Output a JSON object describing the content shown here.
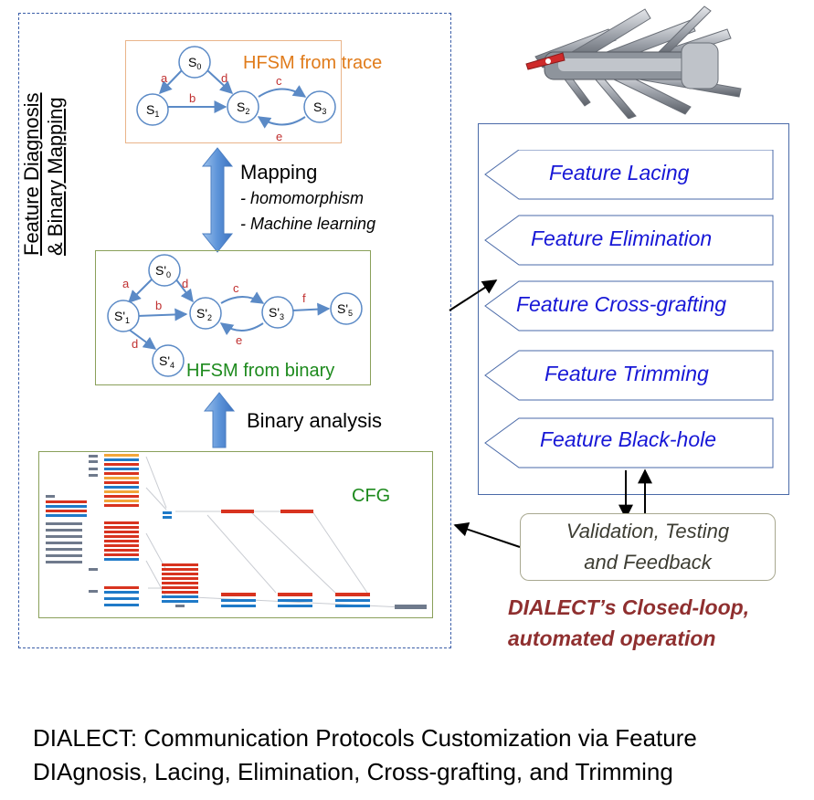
{
  "panel_title": [
    "Feature Diagnosis",
    "& Binary Mapping"
  ],
  "hfsm_trace": {
    "label": "HFSM from trace",
    "states": [
      {
        "id": "s0",
        "base": "S",
        "sub": "0"
      },
      {
        "id": "s1",
        "base": "S",
        "sub": "1"
      },
      {
        "id": "s2",
        "base": "S",
        "sub": "2"
      },
      {
        "id": "s3",
        "base": "S",
        "sub": "3"
      }
    ],
    "edges": [
      {
        "from": "s0",
        "to": "s1",
        "label": "a"
      },
      {
        "from": "s0",
        "to": "s2",
        "label": "d"
      },
      {
        "from": "s1",
        "to": "s2",
        "label": "b"
      },
      {
        "from": "s2",
        "to": "s3",
        "label": "c"
      },
      {
        "from": "s3",
        "to": "s2",
        "label": "e"
      }
    ]
  },
  "mapping": {
    "title": "Mapping",
    "items": [
      "- homomorphism",
      "- Machine learning"
    ]
  },
  "hfsm_binary": {
    "label": "HFSM from binary",
    "states": [
      {
        "id": "s0",
        "base": "S'",
        "sub": "0"
      },
      {
        "id": "s1",
        "base": "S'",
        "sub": "1"
      },
      {
        "id": "s2",
        "base": "S'",
        "sub": "2"
      },
      {
        "id": "s3",
        "base": "S'",
        "sub": "3"
      },
      {
        "id": "s4",
        "base": "S'",
        "sub": "4"
      },
      {
        "id": "s5",
        "base": "S'",
        "sub": "5"
      }
    ],
    "edges": [
      {
        "from": "s0",
        "to": "s1",
        "label": "a"
      },
      {
        "from": "s0",
        "to": "s2",
        "label": "d"
      },
      {
        "from": "s1",
        "to": "s2",
        "label": "b"
      },
      {
        "from": "s2",
        "to": "s3",
        "label": "c"
      },
      {
        "from": "s3",
        "to": "s2",
        "label": "e"
      },
      {
        "from": "s3",
        "to": "s5",
        "label": "f"
      },
      {
        "from": "s1",
        "to": "s4",
        "label": "d"
      }
    ]
  },
  "binary_analysis_label": "Binary analysis",
  "cfg_label": "CFG",
  "features": [
    "Feature Lacing",
    "Feature Elimination",
    "Feature Cross-grafting",
    "Feature Trimming",
    "Feature Black-hole"
  ],
  "validation": [
    "Validation, Testing",
    "and Feedback"
  ],
  "closed_loop": [
    "DIALECT’s Closed-loop,",
    "automated operation"
  ],
  "caption": [
    "DIALECT: Communication Protocols Customization via Feature",
    "DIAgnosis, Lacing, Elimination, Cross-grafting, and Trimming"
  ],
  "colors": {
    "edge": "#5b8ac6",
    "edge_label": "#c03030",
    "state_stroke": "#5b8ac6",
    "feature_text": "#1717d6",
    "cfg_red": "#d8331f",
    "cfg_blue": "#1f7ac8",
    "cfg_gray": "#6f7a8c",
    "cfg_orange": "#f2a63a"
  },
  "icons": {
    "swiss_army_knife": "multi-tool-knife-image"
  }
}
